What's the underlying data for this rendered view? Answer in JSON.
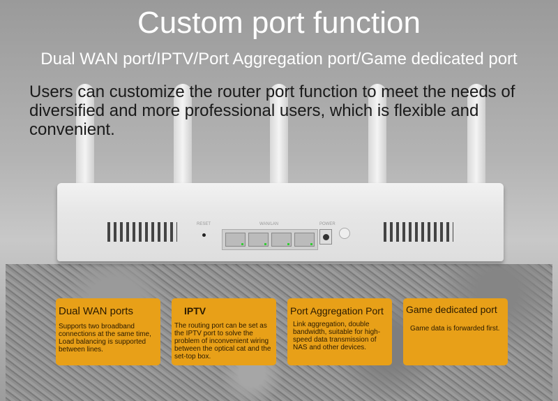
{
  "title": "Custom port function",
  "subtitle": "Dual WAN port/IPTV/Port Aggregation port/Game dedicated port",
  "description": "Users can customize the router port function to meet the needs of diversified and more professional users, which is flexible and convenient.",
  "router": {
    "reset_label": "RESET",
    "ports_label": "WAN/LAN",
    "power_label": "POWER"
  },
  "colors": {
    "card": "#e8a018",
    "title": "#ffffff"
  },
  "cards": [
    {
      "title": "Dual WAN ports",
      "text": "Supports two broadband connections at the same time, Load balancing is supported between lines."
    },
    {
      "title": "IPTV",
      "text": "The routing port can be set as the IPTV port to solve the problem of inconvenient wiring between the optical cat and the set-top box."
    },
    {
      "title": "Port Aggregation Port",
      "text": "Link aggregation, double bandwidth, suitable for high-speed data transmission of NAS and other devices."
    },
    {
      "title": "Game dedicated port",
      "text": "Game data is forwarded first."
    }
  ]
}
